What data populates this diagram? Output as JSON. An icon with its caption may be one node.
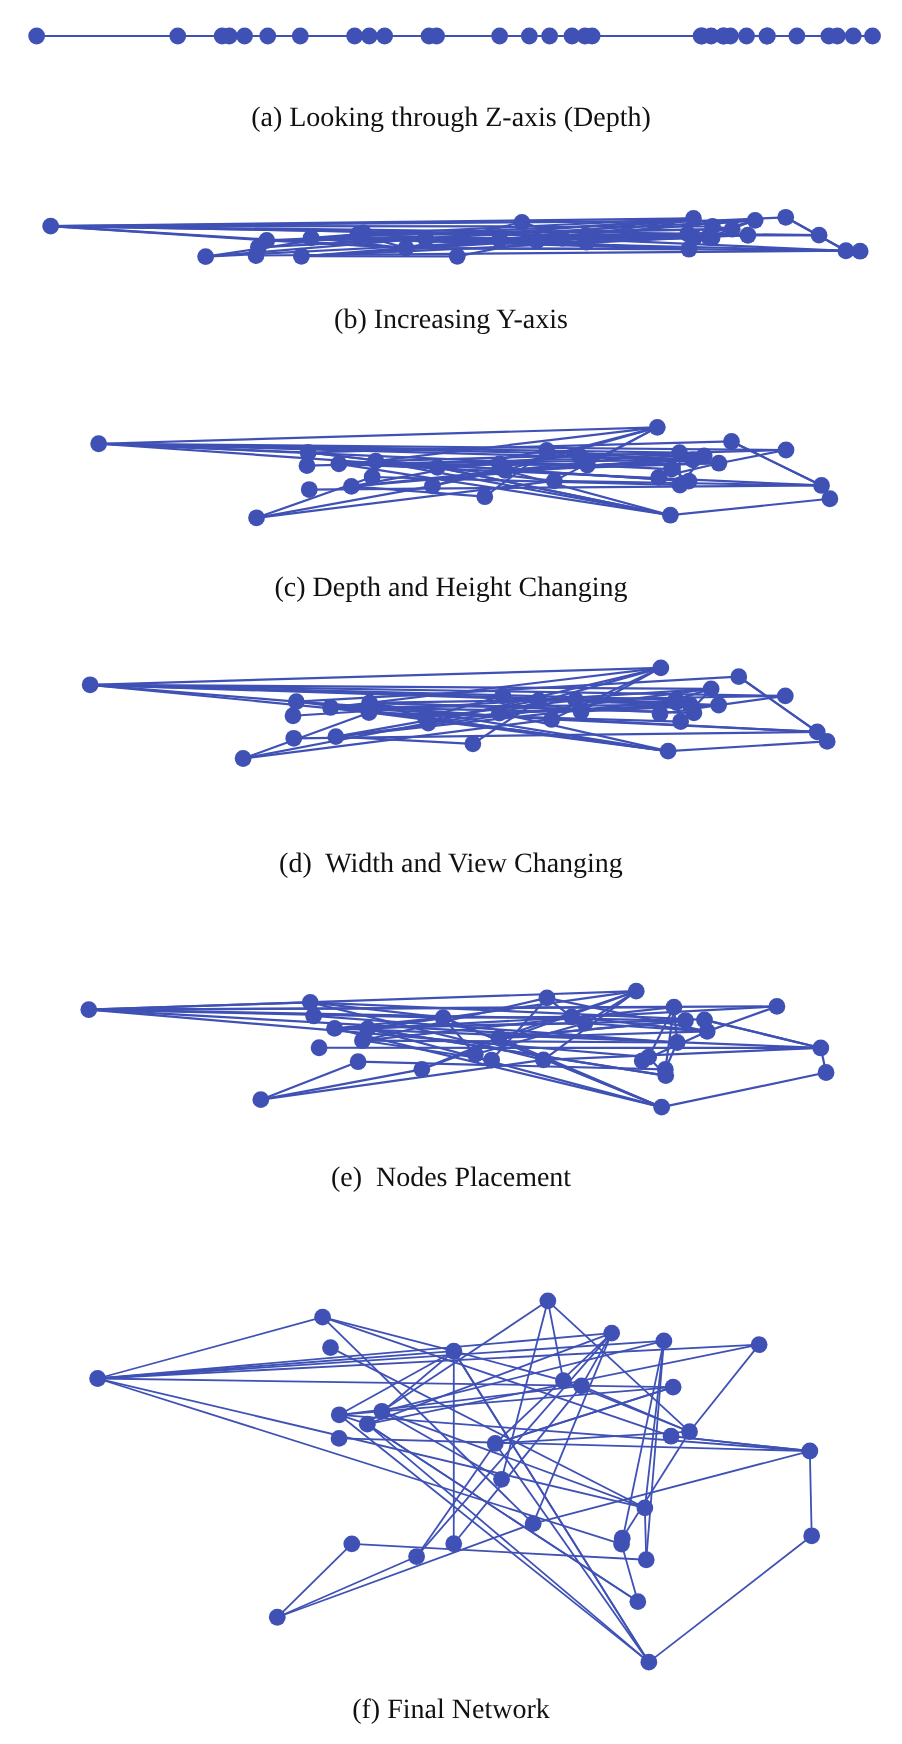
{
  "diagram": {
    "labels": [
      "(a) Looking through Z-axis (Depth)",
      "(b) Increasing Y-axis",
      "(c) Depth and Height Changing",
      "(d)  Width and View Changing",
      "(e)  Nodes Placement",
      "(f) Final Network"
    ]
  }
}
